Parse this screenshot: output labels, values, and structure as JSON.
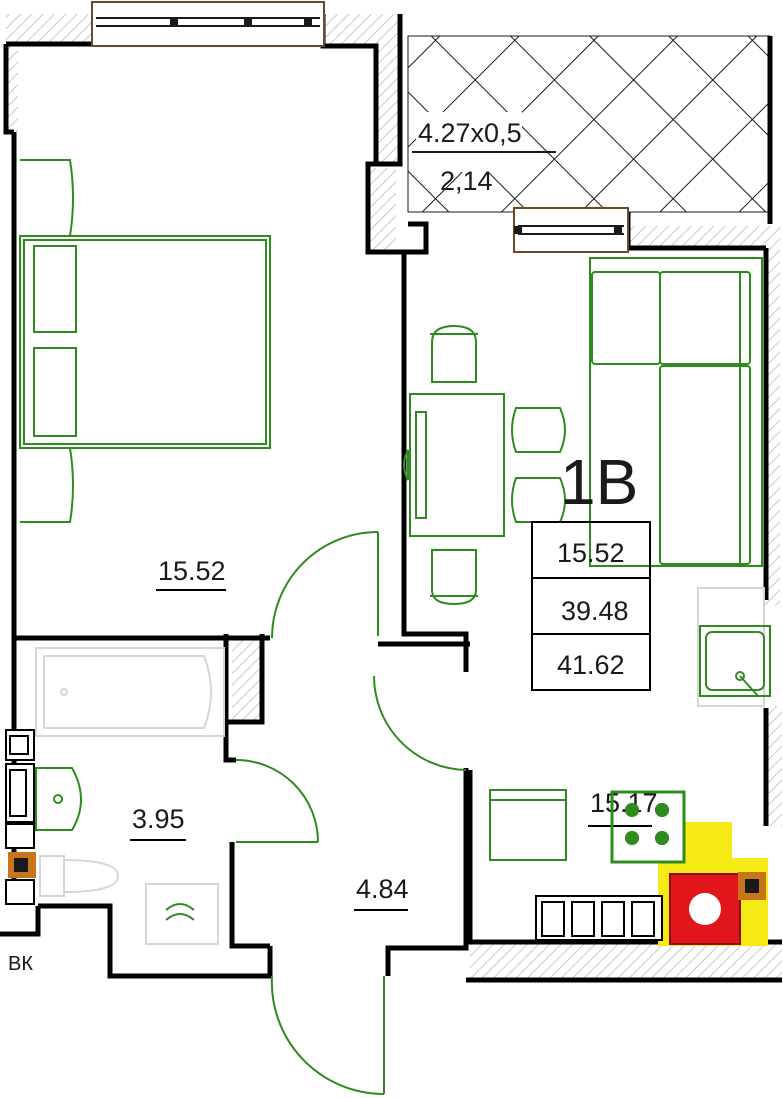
{
  "plan": {
    "unit_code": "1B",
    "areas": {
      "living": "15.52",
      "total": "39.48",
      "total_with_balcony": "41.62"
    },
    "rooms": {
      "bedroom": "15.52",
      "bathroom": "3.95",
      "hallway": "4.84",
      "kitchen": "15.17"
    },
    "balcony": {
      "dimensions": "4.27x0,5",
      "area": "2,14"
    },
    "riser_label": "ВК"
  },
  "colors": {
    "wall": "#000000",
    "furniture": "#2e8b1e",
    "fixture_highlight": "#e0161b",
    "gas_zone": "#f5ea15",
    "riser": "#c8741a",
    "wall_hatch": "#c8c8c8"
  }
}
